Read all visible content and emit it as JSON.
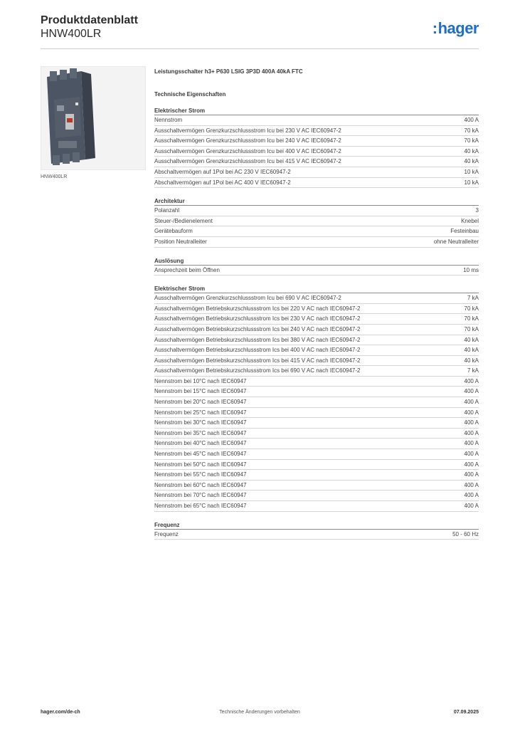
{
  "header": {
    "title": "Produktdatenblatt",
    "subtitle": "HNW400LR",
    "logo_dots": ":",
    "logo_text": "hager",
    "brand_color": "#1e6ec8"
  },
  "product": {
    "image_caption": "HNW400LR",
    "name": "Leistungsschalter h3+ P630 LSIG 3P3D 400A 40kA FTC"
  },
  "tech_title": "Technische Eigenschaften",
  "sections": [
    {
      "title": "Elektrischer Strom",
      "rows": [
        {
          "label": "Nennstrom",
          "value": "400 A"
        },
        {
          "label": "Ausschaltvermögen Grenzkurzschlussstrom Icu bei 230 V AC IEC60947-2",
          "value": "70 kA"
        },
        {
          "label": "Ausschaltvermögen Grenzkurzschlussstrom Icu bei 240 V AC IEC60947-2",
          "value": "70 kA"
        },
        {
          "label": "Ausschaltvermögen Grenzkurzschlussstrom Icu bei 400 V AC IEC60947-2",
          "value": "40 kA"
        },
        {
          "label": "Ausschaltvermögen Grenzkurzschlussstrom Icu bei 415 V AC IEC60947-2",
          "value": "40 kA"
        },
        {
          "label": "Abschaltvermögen auf 1Pol bei AC 230 V IEC60947-2",
          "value": "10 kA"
        },
        {
          "label": "Abschaltvermögen auf 1Pol bei AC 400 V IEC60947-2",
          "value": "10 kA"
        }
      ]
    },
    {
      "title": "Architektur",
      "rows": [
        {
          "label": "Polanzahl",
          "value": "3"
        },
        {
          "label": "Steuer-/Bedienelement",
          "value": "Knebel"
        },
        {
          "label": "Gerätebauform",
          "value": "Festeinbau"
        },
        {
          "label": "Position Neutralleiter",
          "value": "ohne Neutralleiter"
        }
      ]
    },
    {
      "title": "Auslösung",
      "rows": [
        {
          "label": "Ansprechzeit beim Öffnen",
          "value": "10 ms"
        }
      ]
    },
    {
      "title": "Elektrischer Strom",
      "rows": [
        {
          "label": "Ausschaltvermögen Grenzkurzschlussstrom Icu bei 690 V AC IEC60947-2",
          "value": "7 kA"
        },
        {
          "label": "Ausschaltvermögen Betriebskurzschlussstrom Ics bei 220 V AC nach IEC60947-2",
          "value": "70 kA"
        },
        {
          "label": "Ausschaltvermögen Betriebskurzschlussstrom Ics bei 230 V AC nach IEC60947-2",
          "value": "70 kA"
        },
        {
          "label": "Ausschaltvermögen Betriebskurzschlussstrom Ics bei 240 V AC nach IEC60947-2",
          "value": "70 kA"
        },
        {
          "label": "Ausschaltvermögen Betriebskurzschlussstrom Ics bei 380 V AC nach IEC60947-2",
          "value": "40 kA"
        },
        {
          "label": "Ausschaltvermögen Betriebskurzschlussstrom Ics bei 400 V AC nach IEC60947-2",
          "value": "40 kA"
        },
        {
          "label": "Ausschaltvermögen Betriebskurzschlussstrom Ics bei 415 V AC nach IEC60947-2",
          "value": "40 kA"
        },
        {
          "label": "Ausschaltvermögen Betriebskurzschlussstrom Ics bei 690 V AC nach IEC60947-2",
          "value": "7 kA"
        },
        {
          "label": "Nennstrom bei 10°C nach IEC60947",
          "value": "400 A"
        },
        {
          "label": "Nennstrom bei 15°C nach IEC60947",
          "value": "400 A"
        },
        {
          "label": "Nennstrom bei 20°C nach IEC60947",
          "value": "400 A"
        },
        {
          "label": "Nennstrom bei 25°C nach IEC60947",
          "value": "400 A"
        },
        {
          "label": "Nennstrom bei 30°C nach IEC60947",
          "value": "400 A"
        },
        {
          "label": "Nennstrom bei 35°C nach IEC60947",
          "value": "400 A"
        },
        {
          "label": "Nennstrom bei 40°C nach IEC60947",
          "value": "400 A"
        },
        {
          "label": "Nennstrom bei 45°C nach IEC60947",
          "value": "400 A"
        },
        {
          "label": "Nennstrom bei 50°C nach IEC60947",
          "value": "400 A"
        },
        {
          "label": "Nennstrom bei 55°C nach IEC60947",
          "value": "400 A"
        },
        {
          "label": "Nennstrom bei 60°C nach IEC60947",
          "value": "400 A"
        },
        {
          "label": "Nennstrom bei 70°C nach IEC60947",
          "value": "400 A"
        },
        {
          "label": "Nennstrom bei 65°C nach IEC60947",
          "value": "400 A"
        }
      ]
    },
    {
      "title": "Frequenz",
      "rows": [
        {
          "label": "Frequenz",
          "value": "50 - 60 Hz"
        }
      ]
    }
  ],
  "footer": {
    "left": "hager.com/de-ch",
    "center": "Technische Änderungen vorbehalten",
    "right": "07.09.2025"
  }
}
